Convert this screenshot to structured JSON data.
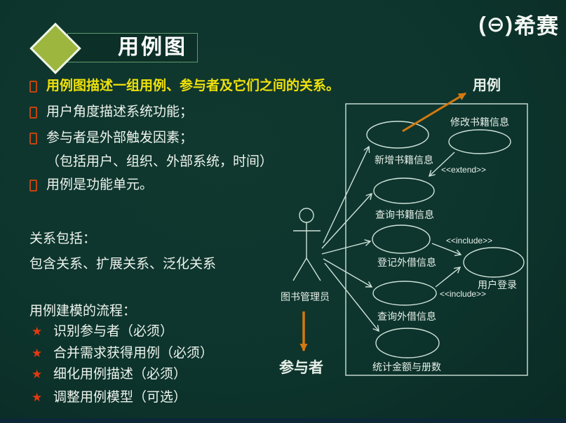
{
  "colors": {
    "background": "#0d352d",
    "text_white": "#eef4ee",
    "highlight_yellow": "#f0e10a",
    "accent_orange": "#e9870e",
    "arrow_orange": "#d4790f",
    "bullet_red": "#c1440e",
    "star_red": "#e8380e",
    "diamond_green": "#9cb63e",
    "box_border_green": "#5f9a6c",
    "line_mint": "#cfe3da"
  },
  "logo": {
    "mark": "(⊖)",
    "name": "希赛"
  },
  "title": "用例图",
  "bullets": [
    {
      "text": "用例图描述一组用例、参与者及它们之间的关系。"
    },
    {
      "text": "用户角度描述系统功能；"
    },
    {
      "text": "参与者是外部触发因素；"
    },
    {
      "text": "（包括用户、组织、外部系统，时间）"
    },
    {
      "text": "用例是功能单元。"
    }
  ],
  "relations": {
    "heading": "关系包括：",
    "items": "包含关系、扩展关系、泛化关系"
  },
  "process": {
    "heading": "用例建模的流程：",
    "star": "★",
    "steps": [
      "识别参与者（必须）",
      "合并需求获得用例（必须）",
      "细化用例描述（必须）",
      "调整用例模型（可选）"
    ]
  },
  "diagram": {
    "usecase_callout": "用例",
    "actor_callout": "参与者",
    "actor_label": "图书管理员",
    "usecases": {
      "add_book": "新增书籍信息",
      "modify_book": "修改书籍信息",
      "query_book": "查询书籍信息",
      "register_loan": "登记外借信息",
      "user_login": "用户登录",
      "query_loan": "查询外借信息",
      "count_total": "统计金额与册数"
    },
    "stereotypes": {
      "extend": "<<extend>>",
      "include": "<<include>>"
    }
  }
}
